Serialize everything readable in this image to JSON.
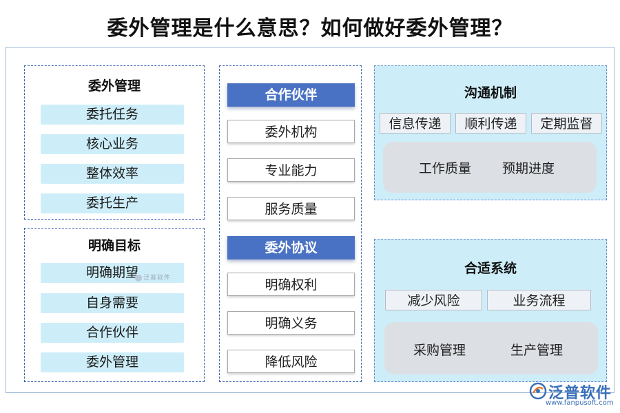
{
  "title": "委外管理是什么意思？如何做好委外管理？",
  "left_top": {
    "heading": "委外管理",
    "items": [
      "委托任务",
      "核心业务",
      "整体效率",
      "委托生产"
    ]
  },
  "left_bottom": {
    "heading": "明确目标",
    "items": [
      "明确期望",
      "自身需要",
      "合作伙伴",
      "委外管理"
    ]
  },
  "middle": {
    "group1": {
      "heading": "合作伙伴",
      "items": [
        "委外机构",
        "专业能力",
        "服务质量"
      ]
    },
    "group2": {
      "heading": "委外协议",
      "items": [
        "明确权利",
        "明确义务",
        "降低风险"
      ]
    }
  },
  "right_top": {
    "heading": "沟通机制",
    "chips": [
      "信息传递",
      "顺利传递",
      "定期监督"
    ],
    "block_items": [
      "工作质量",
      "预期进度"
    ]
  },
  "right_bottom": {
    "heading": "合适系统",
    "chips": [
      "减少风险",
      "业务流程"
    ],
    "block_items": [
      "采购管理",
      "生产管理"
    ]
  },
  "watermark_small": "泛普软件",
  "logo": {
    "name": "泛普软件",
    "url": "www.fanpusoft.com"
  },
  "colors": {
    "head_box": "#4a72c4",
    "cyan_fill": "#cdeef9",
    "dashed_border": "#3b64b1",
    "gray_block": "#dcdfe4",
    "logo": "#3a6fb8"
  }
}
